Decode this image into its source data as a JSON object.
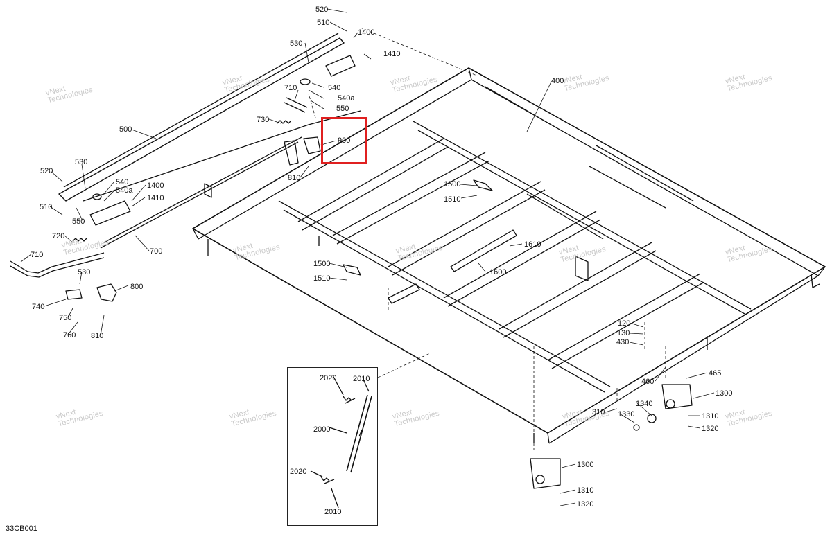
{
  "diagram_id": "33CB001",
  "accent_color": "#e02020",
  "watermark": {
    "line1": "vNext",
    "line2": "Technologies"
  },
  "callouts": {
    "c520_top": "520",
    "c510_top": "510",
    "c1400_top": "1400",
    "c1410_top": "1410",
    "c530_top": "530",
    "c540_top": "540",
    "c540a_top": "540a",
    "c550_top": "550",
    "c710_top": "710",
    "c730": "730",
    "c900": "900",
    "c810_top": "810",
    "c400": "400",
    "c500": "500",
    "c520_left": "520",
    "c530_left": "530",
    "c540_left": "540",
    "c540a_left": "540a",
    "c1400_left": "1400",
    "c1410_left": "1410",
    "c510_left": "510",
    "c550_left": "550",
    "c720": "720",
    "c700": "700",
    "c710_left": "710",
    "c530_low": "530",
    "c800": "800",
    "c740": "740",
    "c750": "750",
    "c760": "760",
    "c810_low": "810",
    "c1500_a": "1500",
    "c1510_a": "1510",
    "c1610": "1610",
    "c1600": "1600",
    "c1500_b": "1500",
    "c1510_b": "1510",
    "c120": "120",
    "c130": "130",
    "c430": "430",
    "c465": "465",
    "c460": "460",
    "c1300_r": "1300",
    "c1340": "1340",
    "c310": "310",
    "c1330": "1330",
    "c1310_r": "1310",
    "c1320_r": "1320",
    "c1300_b": "1300",
    "c1310_b": "1310",
    "c1320_b": "1320",
    "c2020_top": "2020",
    "c2010_top": "2010",
    "c2000": "2000",
    "c2020_bot": "2020",
    "c2010_bot": "2010"
  }
}
